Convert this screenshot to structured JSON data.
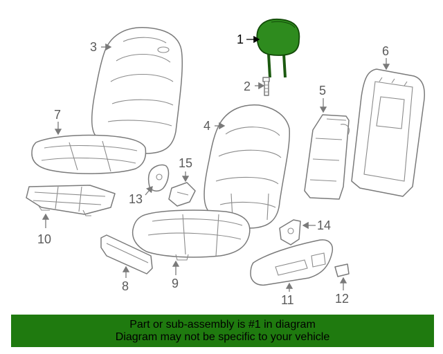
{
  "diagram": {
    "highlight_color": "#2e8b1e",
    "callouts": [
      {
        "id": "1",
        "label": "1"
      },
      {
        "id": "2",
        "label": "2"
      },
      {
        "id": "3",
        "label": "3"
      },
      {
        "id": "4",
        "label": "4"
      },
      {
        "id": "5",
        "label": "5"
      },
      {
        "id": "6",
        "label": "6"
      },
      {
        "id": "7",
        "label": "7"
      },
      {
        "id": "8",
        "label": "8"
      },
      {
        "id": "9",
        "label": "9"
      },
      {
        "id": "10",
        "label": "10"
      },
      {
        "id": "11",
        "label": "11"
      },
      {
        "id": "12",
        "label": "12"
      },
      {
        "id": "13",
        "label": "13"
      },
      {
        "id": "14",
        "label": "14"
      },
      {
        "id": "15",
        "label": "15"
      }
    ]
  },
  "footer": {
    "line1": "Part or sub-assembly is #1 in diagram",
    "line2": "Diagram may not be specific to your vehicle",
    "background_color": "#1f7a0f"
  }
}
